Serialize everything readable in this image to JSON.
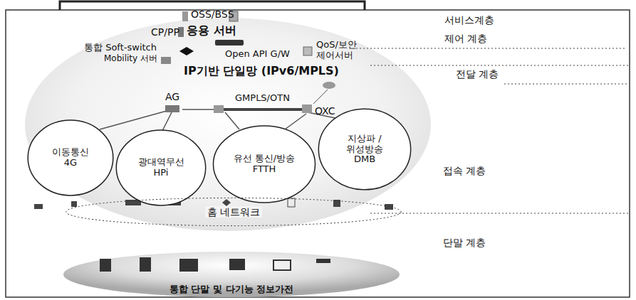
{
  "diagram": {
    "nodes": [
      {
        "text": [
          "이동통신 4G"
        ]
      },
      {
        "text": [
          "광대역무선 HPi"
        ]
      },
      {
        "text": [
          "유선 통신/방송 FTTH"
        ]
      },
      {
        "text": [
          "지상파 /위성방송 DMB"
        ]
      },
      {
        "text": [
          "홈 네트워크"
        ]
      },
      {
        "text": [
          "통합 단말 및 다기능 정보가전"
        ]
      }
    ],
    "labels": [
      "CP/PP",
      "OSS/BSS",
      "응용 서버",
      "통합 Soft-switch",
      "Open API G/W",
      "QoS/보안 제어서버",
      "Mobility 서버",
      "IP기반 단일망 (IPv6/MPLS)",
      "AG",
      "GMPLS/OTN",
      "OXC",
      "서비스계층",
      "제어 계층",
      "전달 계층",
      "접속 계층",
      "단말 계층"
    ]
  }
}
